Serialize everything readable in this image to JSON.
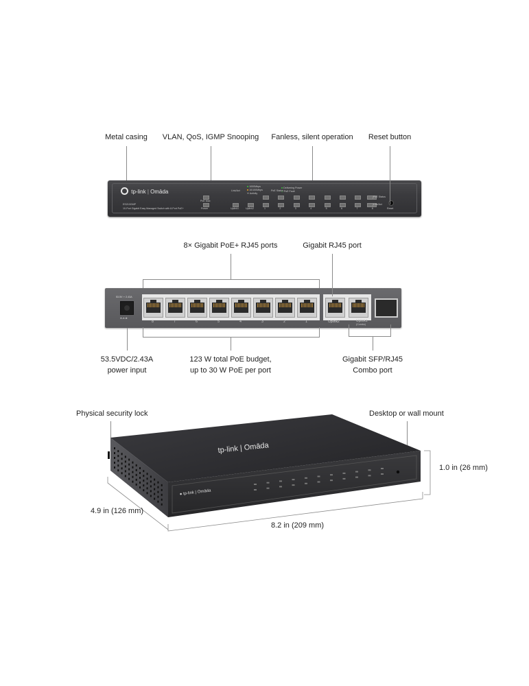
{
  "front_view": {
    "callouts": [
      {
        "id": "metal-casing",
        "text": "Metal casing"
      },
      {
        "id": "vlan-qos-igmp",
        "text": "VLAN, QoS, IGMP Snooping"
      },
      {
        "id": "fanless",
        "text": "Fanless, silent operation"
      },
      {
        "id": "reset-button",
        "text": "Reset button"
      }
    ],
    "panel": {
      "brand": "tp-link",
      "sub_brand": "Omāda",
      "model": "ES210GMP",
      "description": "10-Port Gigabit Easy Managed Switch with 8-Port PoE+",
      "link_act_label": "Link/Act",
      "link_legend": [
        "1000Mbps",
        "10/100Mbps",
        "Activity"
      ],
      "poe_status_label": "PoE Status",
      "poe_legend": [
        "Delivering Power",
        "PoE Fault"
      ],
      "poe_max_label": "PoE Max",
      "power_label": "Power",
      "uplink_labels": [
        "Uplink1",
        "Uplink2"
      ],
      "port_numbers": [
        "1",
        "2",
        "3",
        "4",
        "5",
        "6",
        "7",
        "8"
      ],
      "poe_status_side": "PoE Status",
      "link_act_side": "Link/Act",
      "reset_label": "Reset"
    }
  },
  "rear_view": {
    "callouts_top": [
      {
        "id": "poe-ports",
        "text": "8× Gigabit PoE+ RJ45 ports"
      },
      {
        "id": "gigabit-rj45",
        "text": "Gigabit RJ45 port"
      }
    ],
    "callouts_bottom": [
      {
        "id": "power-input",
        "lines": [
          "53.5VDC/2.43A",
          "power input"
        ]
      },
      {
        "id": "poe-budget",
        "lines": [
          "123 W total PoE budget,",
          "up to 30 W PoE per port"
        ]
      },
      {
        "id": "combo-port",
        "lines": [
          "Gigabit SFP/RJ45",
          "Combo port"
        ]
      }
    ],
    "panel": {
      "power_rating": "53.5V ⎓ 2.43A",
      "polarity_symbol": "⊖-●-⊕",
      "port_numbers": [
        "8",
        "7",
        "6",
        "5",
        "4",
        "3",
        "2",
        "1"
      ],
      "uplink2_label": "Uplink2",
      "uplink1_label": "Uplink1",
      "combo_label": "(Combo)"
    }
  },
  "iso_view": {
    "callouts": [
      {
        "id": "security-lock",
        "text": "Physical security lock"
      },
      {
        "id": "mount",
        "text": "Desktop or wall mount"
      }
    ],
    "dimensions": {
      "height": "1.0 in (26 mm)",
      "depth": "4.9 in (126 mm)",
      "width": "8.2 in (209 mm)"
    },
    "top_logo": "tp-link | Omāda"
  },
  "colors": {
    "led_green": "#3fbf3f",
    "led_amber": "#f0a020",
    "chassis": "#3a3a3d",
    "pin_gold": "#b8893a"
  }
}
